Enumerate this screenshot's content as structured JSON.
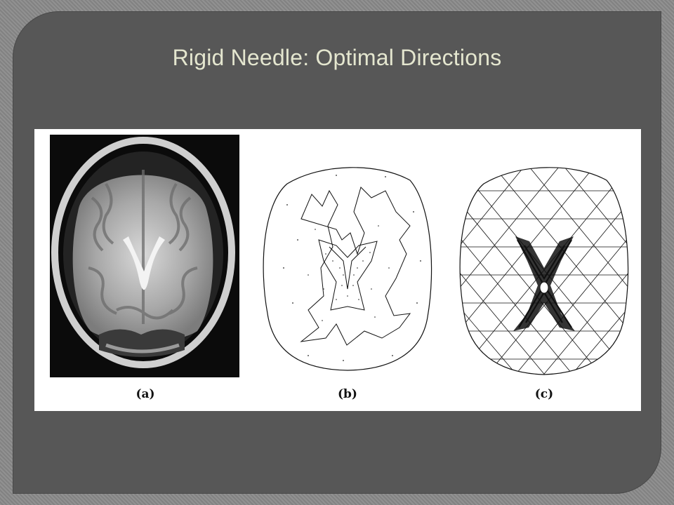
{
  "slide": {
    "title": "Rigid Needle: Optimal Directions"
  },
  "figure": {
    "panels": [
      {
        "caption": "(a)",
        "icon": "brain-mri-scan"
      },
      {
        "caption": "(b)",
        "icon": "brain-segmentation-outline"
      },
      {
        "caption": "(c)",
        "icon": "triangular-mesh"
      }
    ]
  }
}
